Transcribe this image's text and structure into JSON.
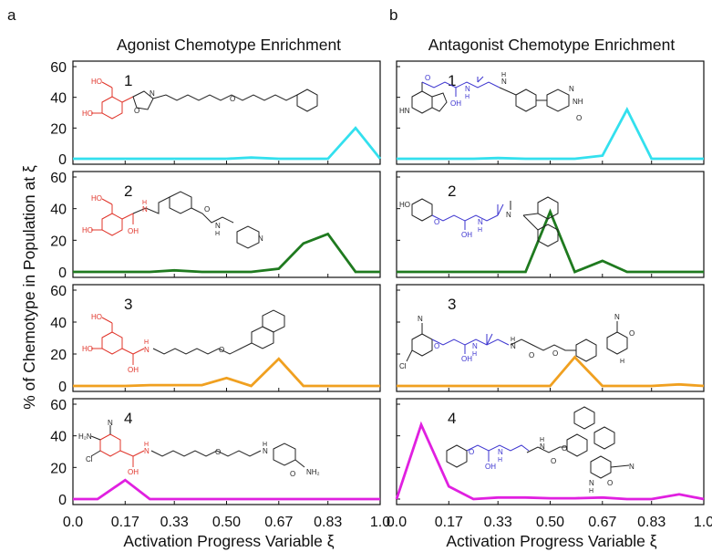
{
  "figure": {
    "panel_letters": [
      "a",
      "b"
    ],
    "ylabel": "% of Chemotype in Population at ξ",
    "xlabel": "Activation Progress Variable ξ",
    "colors": [
      "#33e0ee",
      "#1f7a1f",
      "#f0a020",
      "#e020e0"
    ],
    "chem_colors": {
      "red": "#e0342a",
      "blue": "#3b33cf",
      "black": "#222222"
    }
  },
  "chart_data": [
    {
      "type": "line",
      "title": "Agonist Chemotype Enrichment",
      "xlabel": "Activation Progress Variable ξ",
      "ylabel": "% of Chemotype in Population at ξ",
      "x_ticks": [
        "0.0",
        "0.17",
        "0.33",
        "0.50",
        "0.67",
        "0.83",
        "1.0"
      ],
      "x_ticks_value": [
        0.0,
        0.17,
        0.33,
        0.5,
        0.67,
        0.83,
        1.0
      ],
      "y_ticks": [
        "0",
        "20",
        "40",
        "60"
      ],
      "xlim": [
        0,
        1.0
      ],
      "ylim": [
        0,
        60
      ],
      "rows": [
        {
          "label": "1",
          "color": "#33e0ee",
          "x": [
            0.0,
            0.08,
            0.17,
            0.25,
            0.33,
            0.42,
            0.5,
            0.58,
            0.67,
            0.75,
            0.83,
            0.92,
            1.0
          ],
          "y": [
            0,
            0,
            0,
            0,
            0,
            0,
            0,
            0.8,
            0,
            0,
            0,
            20,
            0
          ]
        },
        {
          "label": "2",
          "color": "#1f7a1f",
          "x": [
            0.0,
            0.08,
            0.17,
            0.25,
            0.33,
            0.42,
            0.5,
            0.58,
            0.67,
            0.75,
            0.83,
            0.92,
            1.0
          ],
          "y": [
            0,
            0,
            0,
            0,
            1,
            0,
            0,
            0,
            2,
            18,
            24,
            0,
            0
          ]
        },
        {
          "label": "3",
          "color": "#f0a020",
          "x": [
            0.0,
            0.08,
            0.17,
            0.25,
            0.33,
            0.42,
            0.5,
            0.58,
            0.67,
            0.75,
            0.83,
            0.92,
            1.0
          ],
          "y": [
            0,
            0,
            0,
            0.5,
            0.5,
            0.5,
            5,
            0,
            17,
            0,
            0,
            0,
            0
          ]
        },
        {
          "label": "4",
          "color": "#e020e0",
          "x": [
            0.0,
            0.08,
            0.17,
            0.25,
            0.33,
            0.42,
            0.5,
            0.58,
            0.67,
            0.75,
            0.83,
            0.92,
            1.0
          ],
          "y": [
            0,
            0,
            12,
            0,
            0,
            0,
            0,
            0,
            0,
            0,
            0,
            0,
            0
          ]
        }
      ]
    },
    {
      "type": "line",
      "title": "Antagonist Chemotype Enrichment",
      "xlabel": "Activation Progress Variable ξ",
      "ylabel": "% of Chemotype in Population at ξ",
      "x_ticks": [
        "0.0",
        "0.17",
        "0.33",
        "0.50",
        "0.67",
        "0.83",
        "1.0"
      ],
      "x_ticks_value": [
        0.0,
        0.17,
        0.33,
        0.5,
        0.67,
        0.83,
        1.0
      ],
      "y_ticks": [
        "0",
        "20",
        "40",
        "60"
      ],
      "xlim": [
        0,
        1.0
      ],
      "ylim": [
        0,
        60
      ],
      "rows": [
        {
          "label": "1",
          "color": "#33e0ee",
          "x": [
            0.0,
            0.08,
            0.17,
            0.25,
            0.33,
            0.42,
            0.5,
            0.58,
            0.67,
            0.75,
            0.83,
            0.92,
            1.0
          ],
          "y": [
            0,
            0,
            0,
            0,
            0.5,
            0,
            0,
            0,
            2,
            32,
            0,
            0,
            0
          ]
        },
        {
          "label": "2",
          "color": "#1f7a1f",
          "x": [
            0.0,
            0.08,
            0.17,
            0.25,
            0.33,
            0.42,
            0.5,
            0.58,
            0.67,
            0.75,
            0.83,
            0.92,
            1.0
          ],
          "y": [
            0,
            0,
            0,
            0,
            0,
            0,
            38,
            0,
            7,
            0,
            0,
            0,
            0
          ]
        },
        {
          "label": "3",
          "color": "#f0a020",
          "x": [
            0.0,
            0.08,
            0.17,
            0.25,
            0.33,
            0.42,
            0.5,
            0.58,
            0.67,
            0.75,
            0.83,
            0.92,
            1.0
          ],
          "y": [
            0,
            0,
            0,
            0,
            0,
            0,
            0,
            18,
            0,
            0,
            0,
            1,
            0
          ]
        },
        {
          "label": "4",
          "color": "#e020e0",
          "x": [
            0.0,
            0.08,
            0.17,
            0.25,
            0.33,
            0.42,
            0.5,
            0.58,
            0.67,
            0.75,
            0.83,
            0.92,
            1.0
          ],
          "y": [
            0,
            47,
            8,
            0,
            1,
            1,
            0.5,
            0.5,
            1,
            0,
            0,
            3,
            0
          ]
        }
      ]
    }
  ],
  "chem_labels": {
    "a1": [
      "HO",
      "HO",
      "O",
      "N",
      "O"
    ],
    "a2": [
      "HO",
      "HO",
      "N",
      "H",
      "OH",
      "N",
      "H",
      "O",
      "N"
    ],
    "a3": [
      "HO",
      "HO",
      "N",
      "H",
      "OH",
      "O"
    ],
    "a4": [
      "N",
      "H₂N",
      "Cl",
      "N",
      "H",
      "OH",
      "O",
      "N",
      "H",
      "NH₂",
      "O"
    ],
    "b1": [
      "HN",
      "O",
      "OH",
      "N",
      "H",
      "N",
      "H",
      "N",
      "NH",
      "O"
    ],
    "b2": [
      "HO",
      "O",
      "OH",
      "N",
      "H",
      "N"
    ],
    "b3": [
      "N",
      "Cl",
      "O",
      "OH",
      "N",
      "H",
      "N",
      "H",
      "O",
      "O",
      "N",
      "O",
      "H"
    ],
    "b4": [
      "O",
      "OH",
      "N",
      "H",
      "N",
      "H",
      "O",
      "O",
      "N",
      "H",
      "N",
      "O"
    ]
  }
}
